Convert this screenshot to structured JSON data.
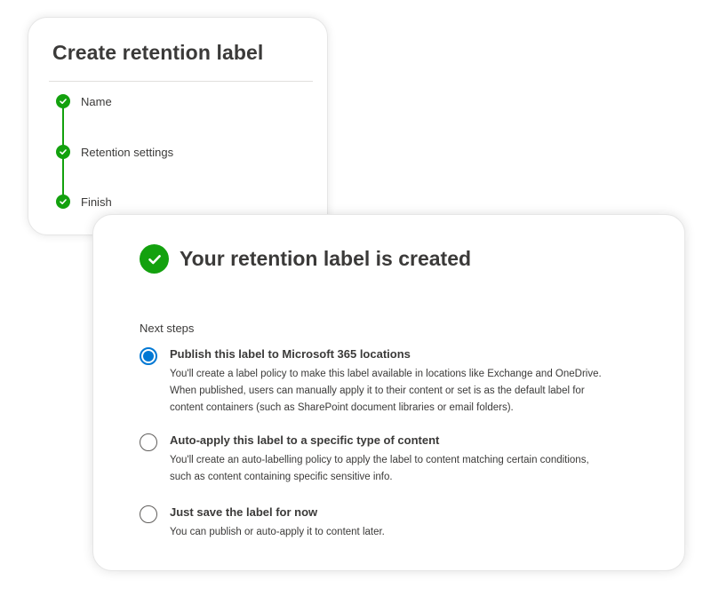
{
  "wizard": {
    "title": "Create retention label",
    "steps": [
      {
        "label": "Name",
        "status": "completed"
      },
      {
        "label": "Retention settings",
        "status": "completed"
      },
      {
        "label": "Finish",
        "status": "completed"
      }
    ]
  },
  "confirmation": {
    "title": "Your retention label is created",
    "next_steps_label": "Next steps",
    "selected_option": 0,
    "options": [
      {
        "title": "Publish this label to Microsoft 365 locations",
        "description_lines": [
          "You'll create a label policy to make this label available in locations like Exchange and OneDrive.",
          "When published, users can manually apply it to their content or set is as the default label for",
          "content containers (such as SharePoint document libraries or email folders)."
        ]
      },
      {
        "title": "Auto-apply this label to a specific type of content",
        "description_lines": [
          "You'll create an auto-labelling policy to apply the label to content matching certain conditions,",
          "such as content containing specific sensitive info."
        ]
      },
      {
        "title": "Just save the label for now",
        "description_lines": [
          "You can publish or auto-apply it to content later."
        ]
      }
    ]
  },
  "icons": {
    "step_check": "checkmark-icon",
    "success": "checkmark-circle-icon",
    "radio_selected": "radio-selected",
    "radio_unselected": "radio-unselected"
  },
  "colors": {
    "success_green": "#13a10e",
    "accent_blue": "#0078d4",
    "text": "#3b3a39",
    "divider": "#e1dfdd"
  }
}
